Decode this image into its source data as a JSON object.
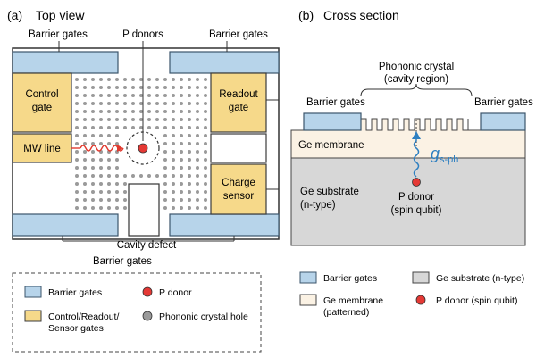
{
  "colors": {
    "barrier": "#b7d4ea",
    "barrier_stroke": "#3b556b",
    "gate": "#f6d98a",
    "gate_stroke": "#3b3b3b",
    "membrane": "#fbf2e4",
    "substrate": "#d7d7d7",
    "donor": "#e53935",
    "hole": "#9a9a9a",
    "phonon_arrow": "#2d7fc1",
    "mw_line": "#e03a2f"
  },
  "panel_a": {
    "tag": "(a)",
    "title": "Top view",
    "barrier_top_left": "Barrier gates",
    "barrier_top_right": "Barrier gates",
    "barrier_bottom": "Barrier gates",
    "p_donors": "P donors",
    "control_gate": [
      "Control",
      "gate"
    ],
    "mw_line": "MW line",
    "readout_gate": [
      "Readout",
      "gate"
    ],
    "charge_sensor": [
      "Charge",
      "sensor"
    ],
    "cavity_defect": "Cavity defect"
  },
  "panel_b": {
    "tag": "(b)",
    "title": "Cross section",
    "phononic_crystal": [
      "Phononic crystal",
      "(cavity region)"
    ],
    "barrier_left": "Barrier gates",
    "barrier_right": "Barrier gates",
    "ge_membrane": "Ge membrane",
    "coupling_symbol": "g",
    "coupling_sub": "s-ph",
    "ge_substrate": [
      "Ge substrate",
      "(n-type)"
    ],
    "p_donor": [
      "P donor",
      "(spin qubit)"
    ]
  },
  "legend_a": {
    "barrier_gates": "Barrier gates",
    "p_donor": "P donor",
    "gates": [
      "Control/Readout/",
      "Sensor gates"
    ],
    "hole": "Phononic crystal hole"
  },
  "legend_b": {
    "barrier_gates": "Barrier gates",
    "ge_substrate": "Ge substrate (n-type)",
    "ge_membrane": [
      "Ge membrane",
      "(patterned)"
    ],
    "p_donor": "P donor (spin qubit)"
  }
}
